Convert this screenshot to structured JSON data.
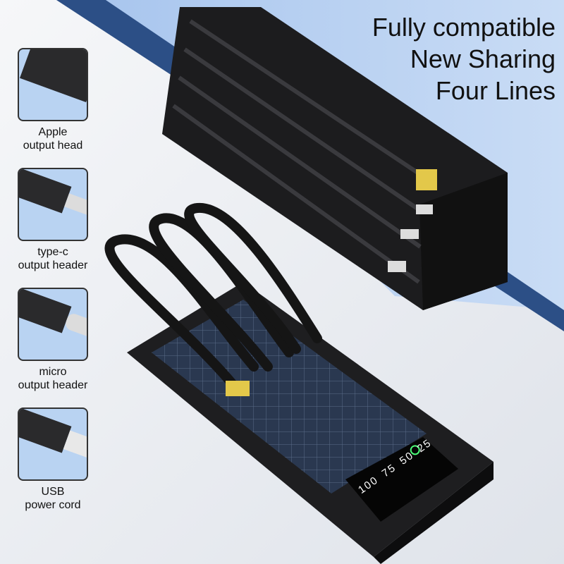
{
  "headline": {
    "line1": "Fully compatible",
    "line2": "New Sharing",
    "line3": "Four Lines"
  },
  "connectors": [
    {
      "icon": "usb-plug-icon",
      "line1": "Apple",
      "line2": "output head"
    },
    {
      "icon": "micro-usb-plug-icon",
      "line1": "type-c",
      "line2": "output header"
    },
    {
      "icon": "usb-c-plug-icon",
      "line1": "micro",
      "line2": "output header"
    },
    {
      "icon": "lightning-plug-icon",
      "line1": "USB",
      "line2": "power cord"
    }
  ],
  "display": {
    "levels": [
      "100",
      "75",
      "50",
      "25"
    ],
    "color": "#4cff7a"
  },
  "colors": {
    "thumb_bg": "#b9d3f2",
    "stripe": "#2c4f86",
    "body": "#1c1c1e"
  }
}
